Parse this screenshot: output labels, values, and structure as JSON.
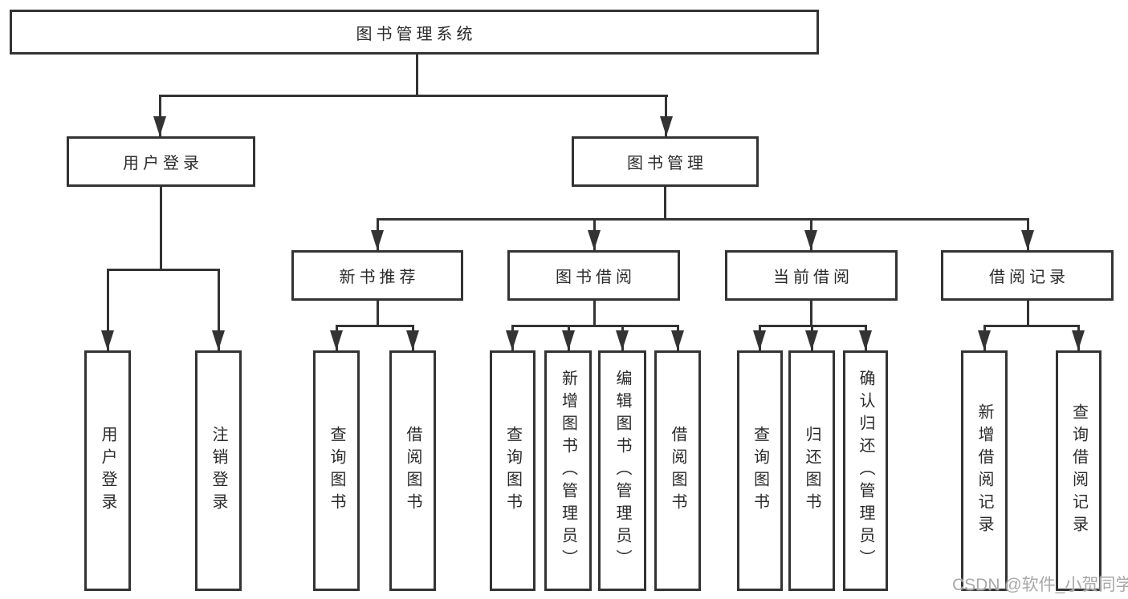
{
  "root": {
    "label": "图书管理系统"
  },
  "branches": {
    "user_login": {
      "label": "用户登录",
      "children": [
        "用户登录",
        "注销登录"
      ]
    },
    "book_management": {
      "label": "图书管理",
      "sections": {
        "new_book_recommend": {
          "label": "新书推荐",
          "children": [
            "查询图书",
            "借阅图书"
          ]
        },
        "book_borrowing": {
          "label": "图书借阅",
          "children": [
            "查询图书",
            "新增图书（管理员）",
            "编辑图书（管理员）",
            "借阅图书"
          ]
        },
        "current_borrowing": {
          "label": "当前借阅",
          "children": [
            "查询图书",
            "归还图书",
            "确认归还（管理员）"
          ]
        },
        "borrowing_records": {
          "label": "借阅记录",
          "children": [
            "新增借阅记录",
            "查询借阅记录"
          ]
        }
      }
    }
  },
  "watermark": {
    "text": "CSDN @软件_小贺同学"
  },
  "colors": {
    "line": "#333333",
    "text": "#2b2b2b",
    "background": "#ffffff",
    "watermark": "#a8a8a8"
  }
}
